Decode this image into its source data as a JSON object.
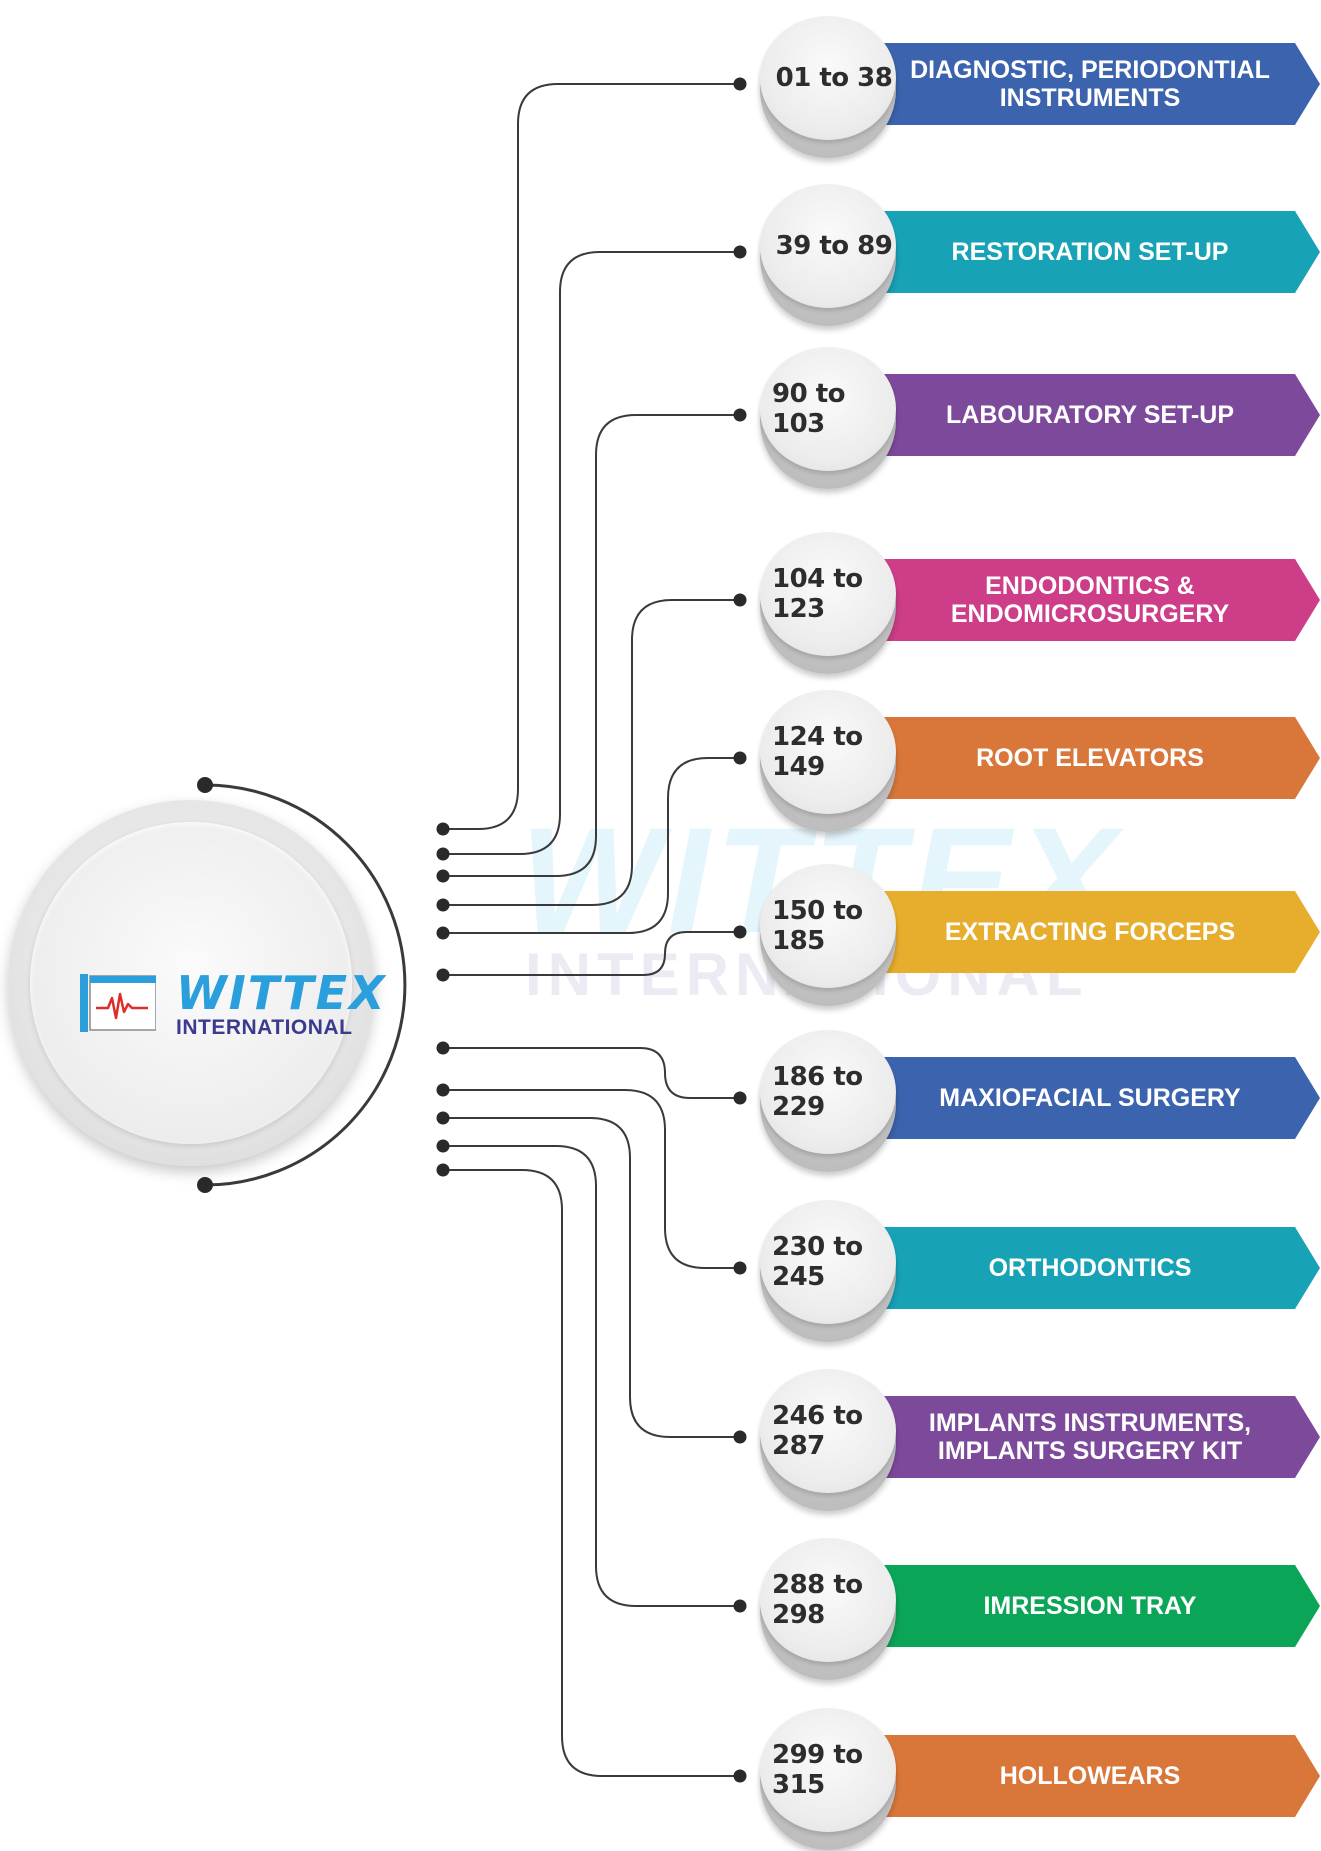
{
  "brand": {
    "name": "WITTEX",
    "subtitle": "INTERNATIONAL",
    "watermark_name": "WITTEX",
    "watermark_subtitle": "INTERNATIONAL"
  },
  "colors": {
    "blue": "#3c63ad",
    "teal": "#18a2b6",
    "purple": "#7d4a9b",
    "magenta": "#cd3d88",
    "orange": "#d9773a",
    "yellow": "#e7ad2c",
    "green": "#0aa557",
    "logo_blue": "#2b9fdb",
    "logo_red": "#e02b2b"
  },
  "categories": [
    {
      "range": "01 to 38",
      "label": "DIAGNOSTIC, PERIODONTIAL INSTRUMENTS",
      "color": "#3c63ad"
    },
    {
      "range": "39 to 89",
      "label": "RESTORATION SET-UP",
      "color": "#18a2b6"
    },
    {
      "range": "90 to 103",
      "label": "LABOURATORY SET-UP",
      "color": "#7d4a9b"
    },
    {
      "range": "104 to 123",
      "label": "ENDODONTICS & ENDOMICROSURGERY",
      "color": "#cd3d88"
    },
    {
      "range": "124 to 149",
      "label": "ROOT ELEVATORS",
      "color": "#d9773a"
    },
    {
      "range": "150 to 185",
      "label": "EXTRACTING FORCEPS",
      "color": "#e7ad2c"
    },
    {
      "range": "186 to 229",
      "label": "MAXIOFACIAL SURGERY",
      "color": "#3c63ad"
    },
    {
      "range": "230 to 245",
      "label": "ORTHODONTICS",
      "color": "#18a2b6"
    },
    {
      "range": "246 to 287",
      "label": "IMPLANTS INSTRUMENTS, IMPLANTS SURGERY KIT",
      "color": "#7d4a9b"
    },
    {
      "range": "288 to 298",
      "label": "IMRESSION TRAY",
      "color": "#0aa557"
    },
    {
      "range": "299 to 315",
      "label": "HOLLOWEARS",
      "color": "#d9773a"
    }
  ]
}
